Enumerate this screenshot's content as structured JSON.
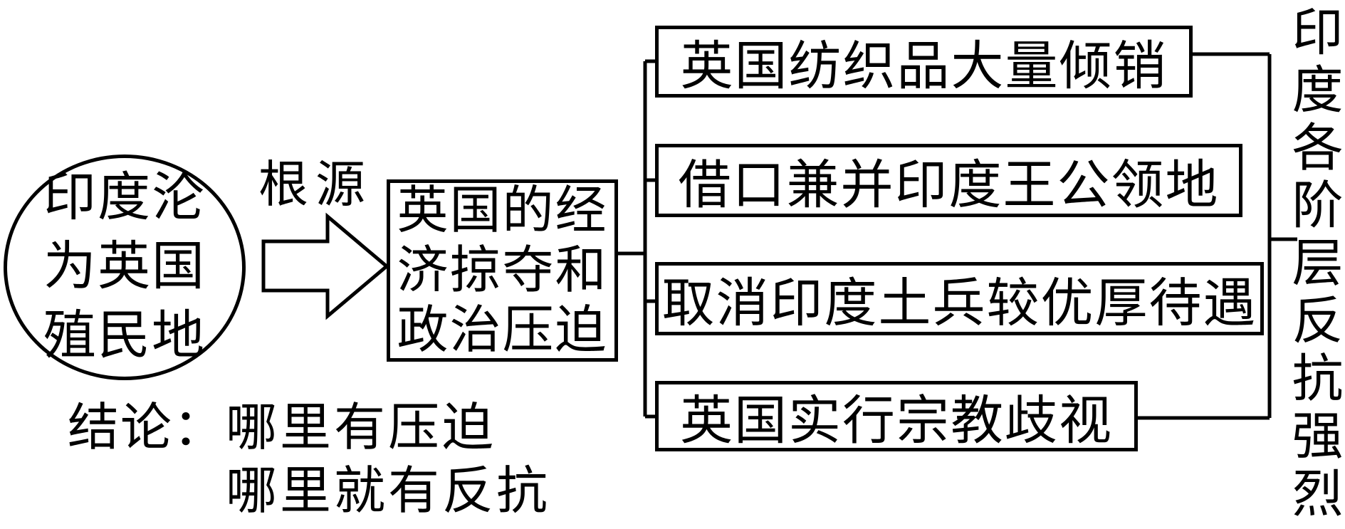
{
  "diagram": {
    "cause_node": {
      "lines": [
        "印度沦",
        "为英国",
        "殖民地"
      ]
    },
    "arrow_label": "根源",
    "root_node": {
      "lines": [
        "英国的经",
        "济掠夺和",
        "政治压迫"
      ]
    },
    "branches": [
      "英国纺织品大量倾销",
      "借口兼并印度王公领地",
      "取消印度土兵较优厚待遇",
      "英国实行宗教歧视"
    ],
    "result_node": "印度各阶层反抗强烈",
    "conclusion": {
      "label": "结论：",
      "lines": [
        "哪里有压迫",
        "哪里就有反抗"
      ]
    }
  },
  "colors": {
    "ink": "#000000",
    "background": "#ffffff"
  }
}
